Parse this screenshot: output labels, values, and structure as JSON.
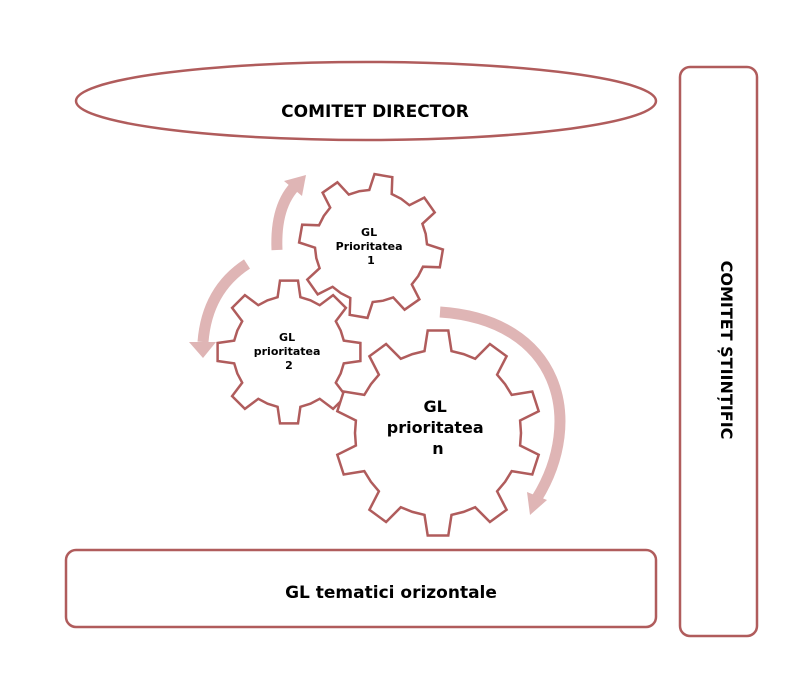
{
  "colors": {
    "outline": "#b05c5c",
    "arrow": "#dfb5b5",
    "background": "#ffffff",
    "text": "#000000"
  },
  "steering_committee": {
    "label": "COMITET DIRECTOR"
  },
  "scientific_committee": {
    "label": "COMITET ȘTIINȚIFIC"
  },
  "horizontal_groups": {
    "label": "GL tematici orizontale"
  },
  "gears": [
    {
      "lines": [
        "GL",
        "Prioritatea",
        "1"
      ]
    },
    {
      "lines": [
        "GL",
        "prioritatea",
        "2"
      ]
    },
    {
      "lines": [
        "GL",
        "prioritatea",
        "n"
      ]
    }
  ],
  "arrows": [
    {
      "icon": "curved-arrow-icon"
    },
    {
      "icon": "curved-arrow-icon"
    },
    {
      "icon": "curved-arrow-icon"
    }
  ]
}
